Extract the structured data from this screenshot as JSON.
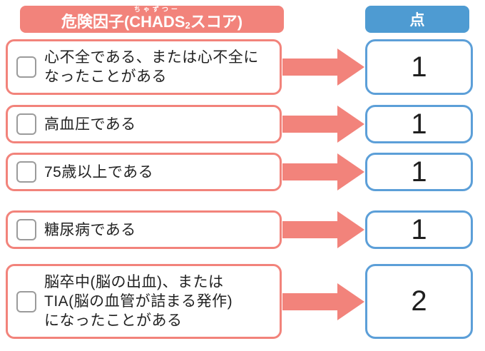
{
  "header": {
    "risk_factor_prefix": "危険因子(",
    "chads_base": "CHADS",
    "chads_subscript": "2",
    "chads_furigana": "ちゃずつー",
    "risk_factor_suffix": "スコア)",
    "points_label": "点"
  },
  "rows": [
    {
      "checked": false,
      "label": "心不全である、または心不全に\nなったことがある",
      "score": "1"
    },
    {
      "checked": false,
      "label": "高血圧である",
      "score": "1"
    },
    {
      "checked": false,
      "label": "75歳以上である",
      "score": "1"
    },
    {
      "checked": false,
      "label": "糖尿病である",
      "score": "1"
    },
    {
      "checked": false,
      "label": "脳卒中(脳の出血)、または\nTIA(脳の血管が詰まる発作)\nになったことがある",
      "score": "2"
    }
  ],
  "icons": {
    "arrow": "arrow-right-icon",
    "checkbox": "checkbox-unchecked"
  },
  "colors": {
    "salmon": "#F2837B",
    "header_blue": "#4E9BD2",
    "score_border_blue": "#5C9FD8",
    "checkbox_border": "#9B9B9B",
    "text": "#222222"
  }
}
